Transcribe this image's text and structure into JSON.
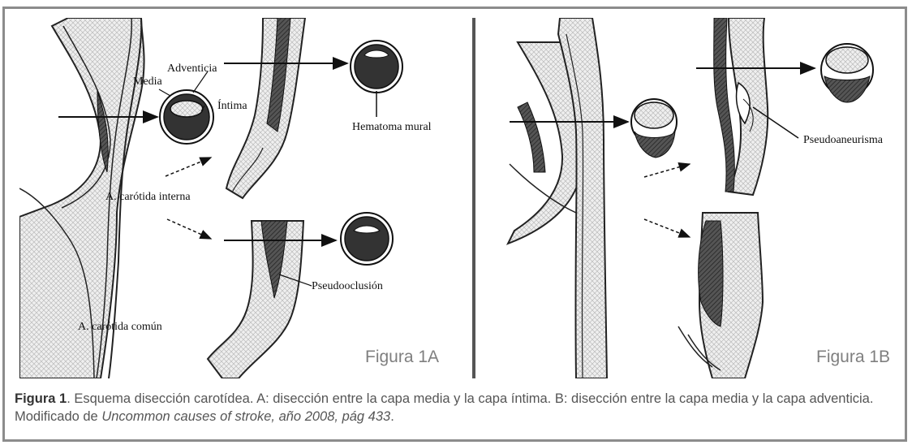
{
  "panel_a": {
    "labels": {
      "media": "Media",
      "adventicia": "Adventicia",
      "intima": "Íntima",
      "hematoma": "Hematoma mural",
      "carotida_interna": "A. carótida interna",
      "pseudooclusion": "Pseudooclusión",
      "carotida_comun": "A. carótida común"
    },
    "figure_label": "Figura 1A"
  },
  "panel_b": {
    "labels": {
      "pseudoaneurisma": "Pseudoaneurisma"
    },
    "figure_label": "Figura 1B"
  },
  "caption": {
    "bold": "Figura 1",
    "text1": ". Esquema disección carotídea. A: disección entre la capa media y la capa íntima. B: disección entre la capa media y la capa adventicia. Modificado de ",
    "italic": "Uncommon causes of stroke, año 2008, pág 433",
    "end": "."
  }
}
